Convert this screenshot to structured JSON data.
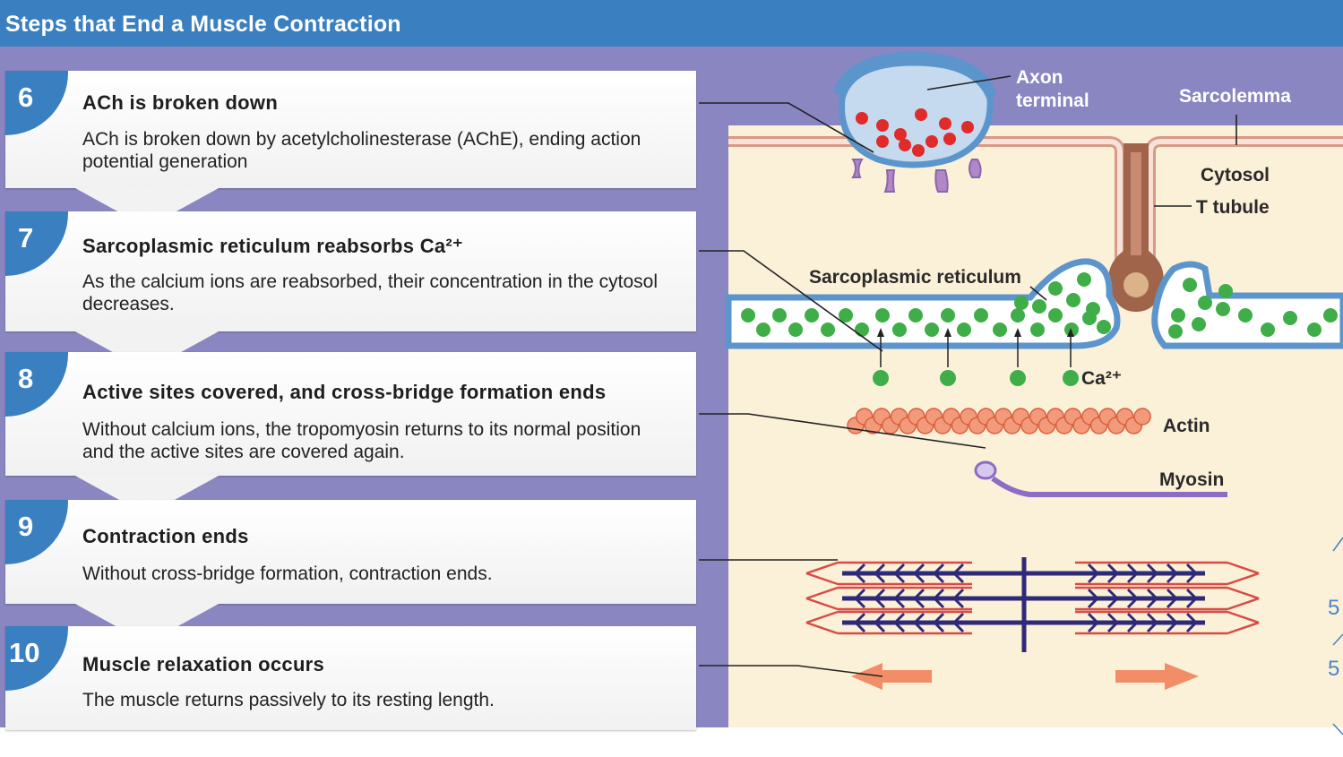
{
  "header": {
    "title": "Steps that End a Muscle Contraction"
  },
  "steps": [
    {
      "number": "6",
      "title": "ACh is broken down",
      "description": "ACh is broken down by acetylcholinesterase (AChE), ending action potential generation"
    },
    {
      "number": "7",
      "title": "Sarcoplasmic reticulum reabsorbs Ca²⁺",
      "description": "As the calcium ions are reabsorbed, their concentration in the cytosol decreases."
    },
    {
      "number": "8",
      "title": "Active sites covered, and cross-bridge formation ends",
      "description": "Without calcium ions, the tropomyosin returns to its normal position and the active sites are covered again."
    },
    {
      "number": "9",
      "title": "Contraction ends",
      "description": "Without cross-bridge formation, contraction ends."
    },
    {
      "number": "10",
      "title": "Muscle relaxation occurs",
      "description": "The muscle returns passively to its resting length."
    }
  ],
  "diagram": {
    "labels": {
      "axon_terminal_1": "Axon",
      "axon_terminal_2": "terminal",
      "sarcolemma": "Sarcolemma",
      "cytosol": "Cytosol",
      "t_tubule": "T tubule",
      "sarcoplasmic_reticulum": "Sarcoplasmic reticulum",
      "calcium": "Ca²⁺",
      "actin": "Actin",
      "myosin": "Myosin"
    },
    "edge_fragments": [
      "5",
      "5"
    ]
  },
  "colors": {
    "header_blue": "#3a7fc0",
    "panel_purple": "#8a86c2",
    "cytosol_cream": "#fbf0d8",
    "calcium_green": "#3fae49",
    "ach_red": "#e02b2b",
    "actin_orange": "#f08a6a",
    "myosin_purple": "#8d6cc4",
    "arrow_orange": "#ee7d55"
  }
}
